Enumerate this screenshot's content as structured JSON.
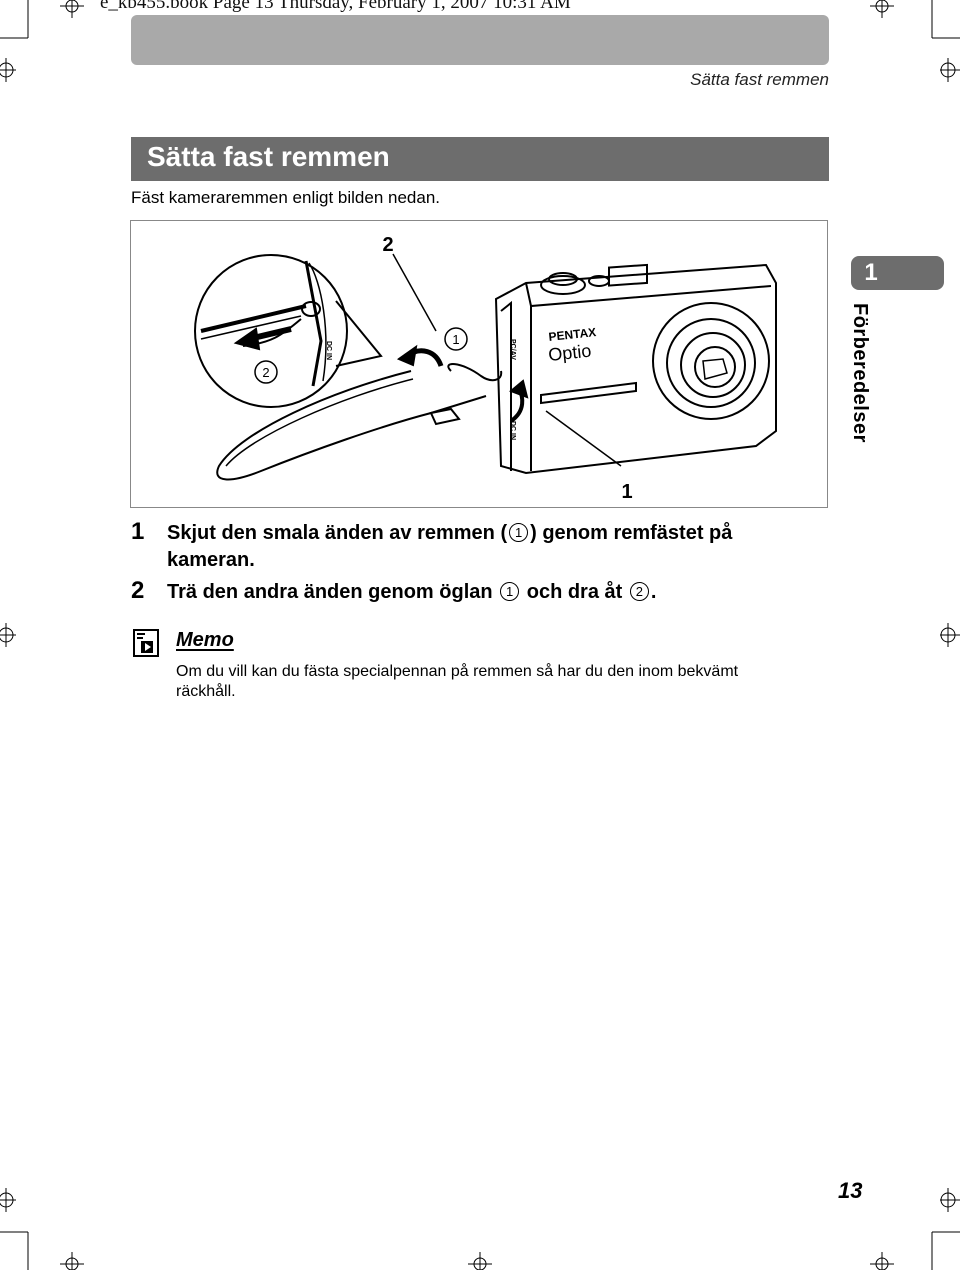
{
  "slug_line": "e_kb455.book  Page 13  Thursday, February 1, 2007  10:31 AM",
  "running_head": "Sätta fast remmen",
  "section": {
    "title": "Sätta fast remmen",
    "intro": "Fäst kameraremmen enligt bilden nedan."
  },
  "figure": {
    "callout_top": "2",
    "callout_circle_1": "1",
    "callout_circle_2": "2",
    "callout_bottom": "1",
    "brand": "PENTAX",
    "model": "Optio",
    "port_label_1": "PC/AV",
    "port_label_2": "DC IN"
  },
  "side_tab": {
    "number": "1",
    "label": "Förberedelser"
  },
  "steps": [
    {
      "number": "1",
      "text_a": "Skjut den smala änden av remmen (",
      "circ": "1",
      "text_b": ") genom remfästet på kameran."
    },
    {
      "number": "2",
      "text_a": "Trä den andra änden genom öglan ",
      "circ": "1",
      "text_b": " och dra åt ",
      "circ2": "2",
      "text_c": "."
    }
  ],
  "memo": {
    "title": "Memo",
    "text": "Om du vill kan du fästa specialpennan på remmen så har du den inom bekvämt räckhåll."
  },
  "page_number": "13"
}
